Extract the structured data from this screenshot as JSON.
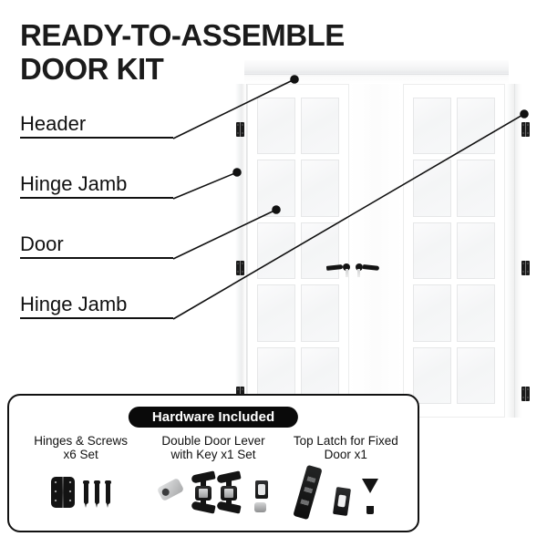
{
  "title": {
    "line1": "READY-TO-ASSEMBLE",
    "line2": "DOOR KIT"
  },
  "callouts": [
    {
      "label": "Header",
      "name": "callout-header"
    },
    {
      "label": "Hinge Jamb",
      "name": "callout-hinge-jamb-top"
    },
    {
      "label": "Door",
      "name": "callout-door"
    },
    {
      "label": "Hinge Jamb",
      "name": "callout-hinge-jamb-bottom"
    }
  ],
  "product": {
    "type": "double-french-door-kit",
    "lite_columns_per_door": 2,
    "lite_rows_per_door": 5,
    "hinges_on_jamb": 3,
    "levers": 2
  },
  "hardware": {
    "badge": "Hardware Included",
    "items": [
      {
        "caption": "Hinges & Screws\nx6 Set",
        "icon": "hinge-and-screws-icon"
      },
      {
        "caption": "Double Door Lever\nwith Key x1 Set",
        "icon": "double-lever-set-icon"
      },
      {
        "caption": "Top Latch for Fixed\nDoor x1",
        "icon": "top-latch-icon"
      }
    ]
  },
  "colors": {
    "ink": "#111111",
    "badge_bg": "#0a0a0a",
    "badge_text": "#ffffff",
    "hardware_metal": "#141414",
    "door_white": "#ffffff",
    "glass": "#f5f6f7",
    "muntin": "#e6e7e8",
    "background": "#ffffff"
  }
}
